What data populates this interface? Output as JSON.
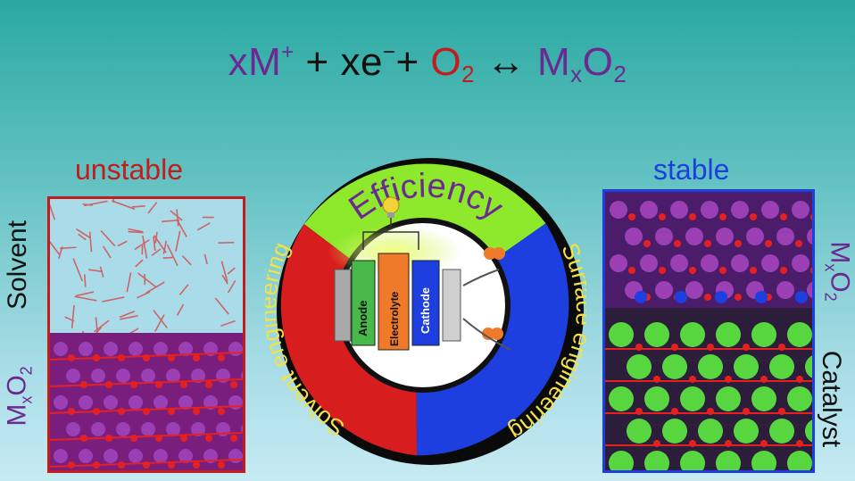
{
  "equation": {
    "coef1": "x",
    "m1": "M",
    "charge": "+",
    "plus1": " + ",
    "coef2": "x",
    "e": "e",
    "eminus": "−",
    "plus2": "+ ",
    "o": "O",
    "o_sub": "2",
    "arrow": " ↔ ",
    "mx_m": "M",
    "mx_sub": "x",
    "mx_o": "O",
    "mx_o_sub": "2"
  },
  "left": {
    "title": "unstable",
    "top_label": "Solvent",
    "bottom_label_m": "M",
    "bottom_label_x": "x",
    "bottom_label_o": "O",
    "bottom_label_2": "2"
  },
  "right": {
    "title": "stable",
    "top_label_m": "M",
    "top_label_x": "x",
    "top_label_o": "O",
    "top_label_2": "2",
    "bottom_label": "Catalyst"
  },
  "ring": {
    "top": "Efficiency",
    "left": "Solvent engineering",
    "right": "Surface engineering"
  },
  "battery": {
    "anode": "Anode",
    "electrolyte": "Electrolyte",
    "cathode": "Cathode"
  },
  "colors": {
    "purple": "#6b2a91",
    "red": "#c21c1c",
    "green": "#8ee82b",
    "blue": "#1d3fe0",
    "ring_red": "#d71d1d"
  }
}
